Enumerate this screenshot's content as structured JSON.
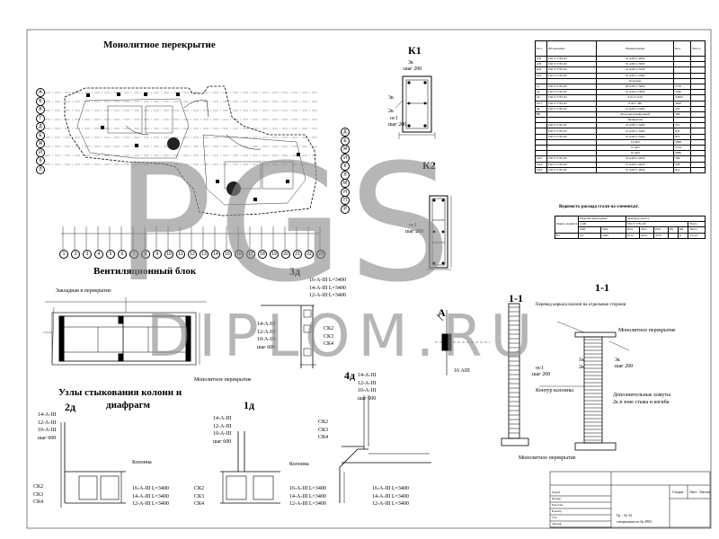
{
  "titles": {
    "monolith": "Монолитное перекрытие",
    "k1": "К1",
    "k2": "К2",
    "vent": "Вентиляционный блок",
    "nodes_1": "Узлы стыкования колонн и",
    "nodes_2": "диафрагм",
    "sec_1_1_a": "1-1",
    "sec_1_1_b": "1-1",
    "sec_a": "А",
    "node_3d": "3д",
    "node_2d": "2д",
    "node_1d": "1д",
    "node_4d": "4д",
    "steel_table": "Ведомость расхода стали на элемент,кг.",
    "cage_transfer": "Перевод каркаса колонн на отдельные стержни"
  },
  "axes_letters": [
    "А",
    "Б",
    "В",
    "Г",
    "Д",
    "Е",
    "Ж",
    "И",
    "К",
    "Л"
  ],
  "axes_letters_right": [
    "Д",
    "Е",
    "Ж",
    "И",
    "К",
    "Л",
    "М",
    "Н",
    "П",
    "Р"
  ],
  "axes_numbers": [
    "1",
    "2",
    "3",
    "4",
    "5",
    "6",
    "7",
    "8",
    "9",
    "10",
    "11",
    "12",
    "13",
    "14",
    "15",
    "16",
    "17",
    "18",
    "19",
    "20",
    "21",
    "22",
    "23"
  ],
  "k1": {
    "top_note_1": "3к",
    "top_note_2": "шаг 200",
    "side_note_1": "3к",
    "side_note_2": "2к",
    "side_note_3": "ос1",
    "side_note_4": "шаг 200"
  },
  "k2": {
    "note_1": "ос1",
    "note_2": "шаг 200"
  },
  "vent": {
    "embed": "Закладная в перекрытие",
    "slab": "Монолитное перекрытие"
  },
  "node_3d": {
    "bars": [
      "16-А-III  L=3400",
      "14-А-III  L=3400",
      "12-А-III  L=3400"
    ],
    "left": [
      "14-А-III",
      "12-А-III",
      "10-А-III",
      "шаг 600"
    ],
    "ck": [
      "СК2",
      "СК3",
      "СК4"
    ]
  },
  "node_4d": {
    "left": [
      "14-А-III",
      "12-А-III",
      "10-А-III",
      "шаг 600"
    ],
    "ck": [
      "СК2",
      "СК3",
      "СК4"
    ],
    "bars": [
      "16-А-III  L=3400",
      "14-А-III  L=3400",
      "12-А-III  L=3400"
    ]
  },
  "node_2d": {
    "left": [
      "14-А-III",
      "12-А-III",
      "10-А-III",
      "шаг 600"
    ],
    "ck": [
      "СК2",
      "СК3",
      "СК4"
    ],
    "column": "Колонна",
    "bars": [
      "16-А-III  L=3400",
      "14-А-III  L=3400",
      "12-А-III  L=3400"
    ]
  },
  "node_1d": {
    "left": [
      "14-А-III",
      "12-А-III",
      "10-А-III",
      "шаг 600"
    ],
    "ck": [
      "СК2",
      "СК3",
      "СК4"
    ],
    "column": "Колонна",
    "bars": [
      "16-А-III  L=3400",
      "14-А-III  L=3400",
      "12-А-III  L=3400"
    ]
  },
  "section_a": {
    "bar": "16 АIII"
  },
  "section_11": {
    "slab": "Монолитное перекрытие",
    "note_1": "ос1",
    "note_2": "шаг 200",
    "note_3": "1к",
    "note_4": "2к",
    "note_5": "3к",
    "note_6": "шаг 200",
    "contour": "Контур колонны",
    "extra_1": "Дополнительные хомуты",
    "extra_2": "2к в зоне стыка и изгиба",
    "bottom": "Монолитное перекрытие"
  },
  "spec_table": {
    "headers": [
      "Поз.",
      "Обозначение",
      "Наименование",
      "Кол.",
      "Масса"
    ],
    "rows": [
      [
        "АН",
        "ГОСТ 5781-82",
        "32 АIII L=2600",
        "",
        ""
      ],
      [
        "АН",
        "ГОСТ 5781-82",
        "32 АIII L=5000",
        "",
        ""
      ],
      [
        "АП",
        "ГОСТ 5781-82",
        "32 АIII L=3500",
        "",
        ""
      ],
      [
        "АП",
        "ГОСТ 5781-82",
        "32 АIII L=1800",
        "",
        ""
      ],
      [
        "",
        "",
        "Колонны",
        "",
        ""
      ],
      [
        "1к",
        "ГОСТ 5781-82",
        "28 АIII L=3600",
        "2770",
        ""
      ],
      [
        "2к",
        "ГОСТ 5781-82",
        "16 АIII L=3800",
        "2200",
        ""
      ],
      [
        "3к",
        "ГОСТ 5781-82",
        "8 АI L=520",
        "24000",
        ""
      ],
      [
        "ОС1",
        "ГОСТ 5781-82",
        "8 АI L 380",
        "4620",
        ""
      ],
      [
        "4к",
        "ГОСТ 5781-82",
        "12 АIII L=3400",
        "456",
        ""
      ],
      [
        "ВБ",
        "",
        "Блок вентиляционный",
        "308",
        ""
      ],
      [
        "",
        "",
        "Диафрагмы",
        "",
        ""
      ],
      [
        "",
        "ГОСТ 5781-82",
        "16 АIII L=3400",
        "215",
        ""
      ],
      [
        "",
        "ГОСТ 5781-82",
        "14 АIII L=3400",
        "225",
        ""
      ],
      [
        "",
        "ГОСТ 5781-82",
        "12 АIII L=3400",
        "872",
        ""
      ],
      [
        "",
        "",
        "14 АIII",
        "2696",
        ""
      ],
      [
        "",
        "",
        "12 АIII",
        "3724",
        ""
      ],
      [
        "",
        "",
        "10 АIII",
        "6980",
        ""
      ],
      [
        "СК2",
        "ГОСТ 5781-82",
        "16 АIII  L=2600",
        "468",
        ""
      ],
      [
        "СК3",
        "ГОСТ 5781-82",
        "12 АIII  L=4000",
        "458",
        ""
      ],
      [
        "СК4",
        "ГОСТ 5781-82",
        "10 АIII  L=2600",
        "812",
        ""
      ]
    ]
  },
  "steel_table": {
    "col_1": "Марка элемента",
    "col_2": "Изделия арматурные",
    "col_3": "Арматура класса",
    "col_4": "А-III",
    "col_5": "ГОСТ 5781-82",
    "col_6": "Всего",
    "sub": [
      "Ø28",
      "Ø16",
      "Ø14",
      "Ø12",
      "Ø10",
      "Ø8",
      "Ø6",
      "Итого"
    ],
    "row": [
      "К1",
      "8,5",
      "2462",
      "6712",
      "8214",
      "4723",
      "",
      "6",
      "14714"
    ]
  },
  "stamp": {
    "rows": [
      "Разраб.",
      "Провер.",
      "Консульт.",
      "Н.контр.",
      "Утв.",
      "Зав.каф."
    ],
    "stage": "Стадия",
    "sheet": "Лист",
    "sheets": "Листов",
    "group_1": "Гр... № 34",
    "group_2": "специальность № 2903"
  },
  "watermark": {
    "main": "PGS",
    "sub": "DIPLOM.RU"
  },
  "colors": {
    "watermark": "#8a8a8a",
    "line": "#000000",
    "fill_dark": "#222222"
  }
}
